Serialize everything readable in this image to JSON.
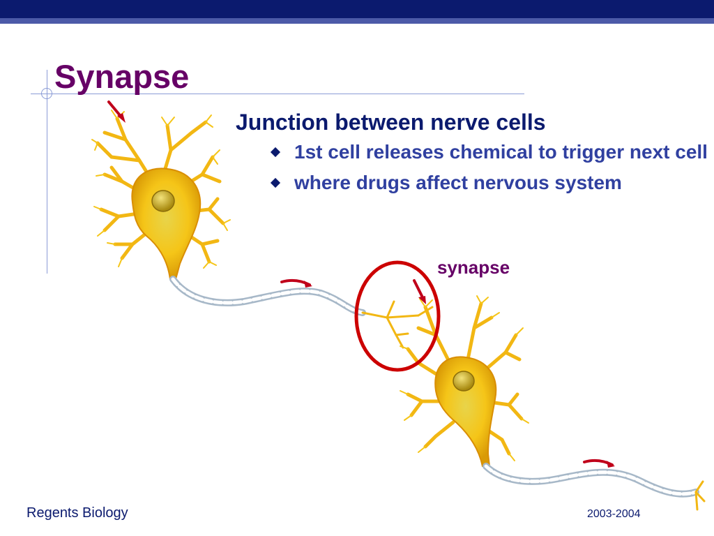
{
  "slide": {
    "title": "Synapse",
    "main_point": "Junction between nerve cells",
    "sub_points": [
      "1st cell releases chemical to trigger next cell",
      "where drugs affect nervous system"
    ],
    "diagram_label": "synapse",
    "footer_left": "Regents Biology",
    "footer_right": "2003-2004"
  },
  "colors": {
    "title": "#660066",
    "text": "#0b1a6e",
    "header_bar": "#0b1a6e",
    "neuron_fill": "#f5c518",
    "neuron_outline": "#d98e04",
    "highlight_circle": "#cc0000"
  }
}
